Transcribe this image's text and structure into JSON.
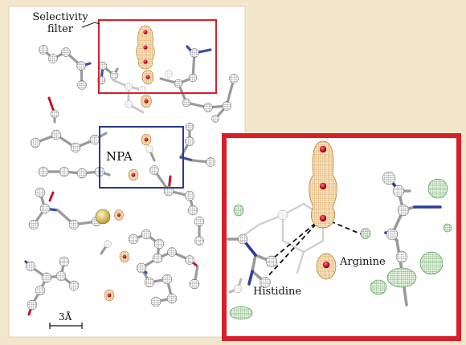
{
  "labels": {
    "selectivity_filter": "Selectivity filter",
    "npa": "NPA",
    "arginine": "Arginine",
    "histidine": "Histidine",
    "scale_bar": "3Å"
  },
  "colors": {
    "background": "#f3e7cb",
    "panel": "#ffffff",
    "selectivity_box": "#d8202a",
    "npa_box": "#2a3a8c",
    "inset_frame": "#d8202a",
    "water_density": "#e0a050",
    "water_oxygen": "#c8102e",
    "green_density": "#5aa05a",
    "nitrogen": "#2c3e9c",
    "oxygen": "#c8102e",
    "carbon": "#888888",
    "sulfur": "#c8b040"
  }
}
